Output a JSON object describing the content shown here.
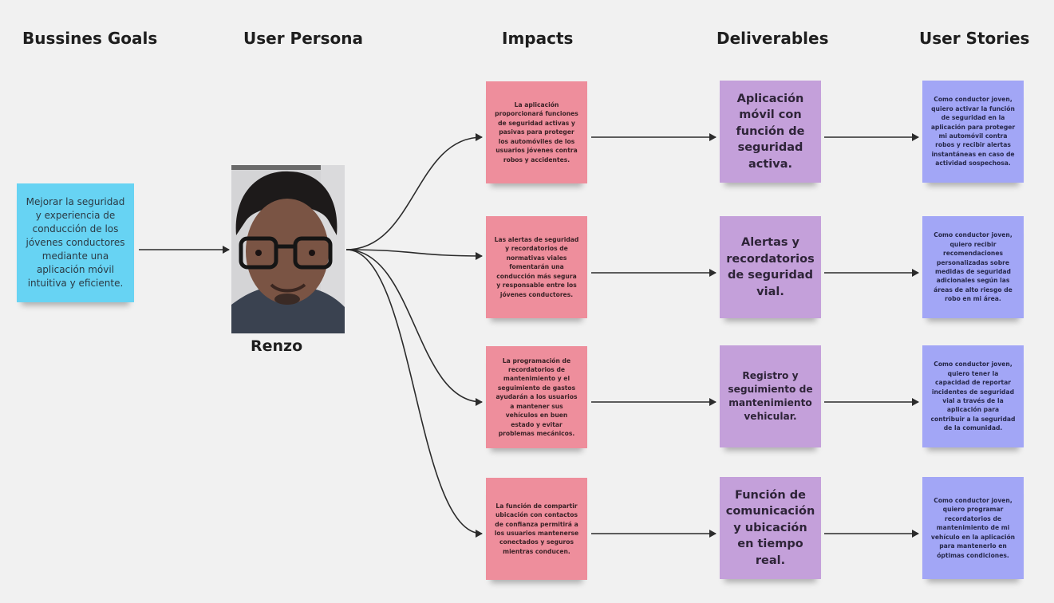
{
  "headers": {
    "goals": "Bussines Goals",
    "persona": "User Persona",
    "impacts": "Impacts",
    "deliverables": "Deliverables",
    "stories": "User Stories"
  },
  "goal": "Mejorar la seguridad y experiencia de conducción de los jóvenes conductores mediante una aplicación móvil intuitiva y eficiente.",
  "persona": {
    "name": "Renzo"
  },
  "impacts": [
    "La aplicación proporcionará funciones de seguridad activas y pasivas para proteger los automóviles de los usuarios jóvenes contra robos y accidentes.",
    "Las alertas de seguridad y recordatorios de normativas viales fomentarán una conducción más segura y responsable entre los jóvenes conductores.",
    "La programación de recordatorios de mantenimiento y el seguimiento de gastos ayudarán a los usuarios a mantener sus vehículos en buen estado y evitar problemas mecánicos.",
    "La función de compartir ubicación con contactos de confianza permitirá a los usuarios mantenerse conectados y seguros mientras conducen."
  ],
  "deliverables": [
    "Aplicación móvil con función de seguridad activa.",
    "Alertas y recordatorios de seguridad vial.",
    "Registro y seguimiento de mantenimiento vehicular.",
    "Función de comunicación y ubicación en tiempo real."
  ],
  "stories": [
    "Como conductor joven, quiero activar la función de seguridad en la aplicación para proteger mi automóvil contra robos y recibir alertas instantáneas en caso de actividad sospechosa.",
    "Como conductor joven, quiero recibir recomendaciones personalizadas sobre medidas de seguridad adicionales según las áreas de alto riesgo de robo en mi área.",
    "Como conductor joven, quiero tener la capacidad de reportar incidentes de seguridad vial a través de la aplicación para contribuir a la seguridad de la comunidad.",
    "Como conductor joven, quiero programar recordatorios de mantenimiento de mi vehículo en la aplicación para mantenerlo en óptimas condiciones."
  ],
  "colors": {
    "background": "#f1f1f1",
    "goal_note": "#67d3f3",
    "impact_note": "#ee8e9c",
    "deliverable_note": "#c4a0da",
    "story_note": "#a2a6f6",
    "connector": "#2b2b2b"
  }
}
